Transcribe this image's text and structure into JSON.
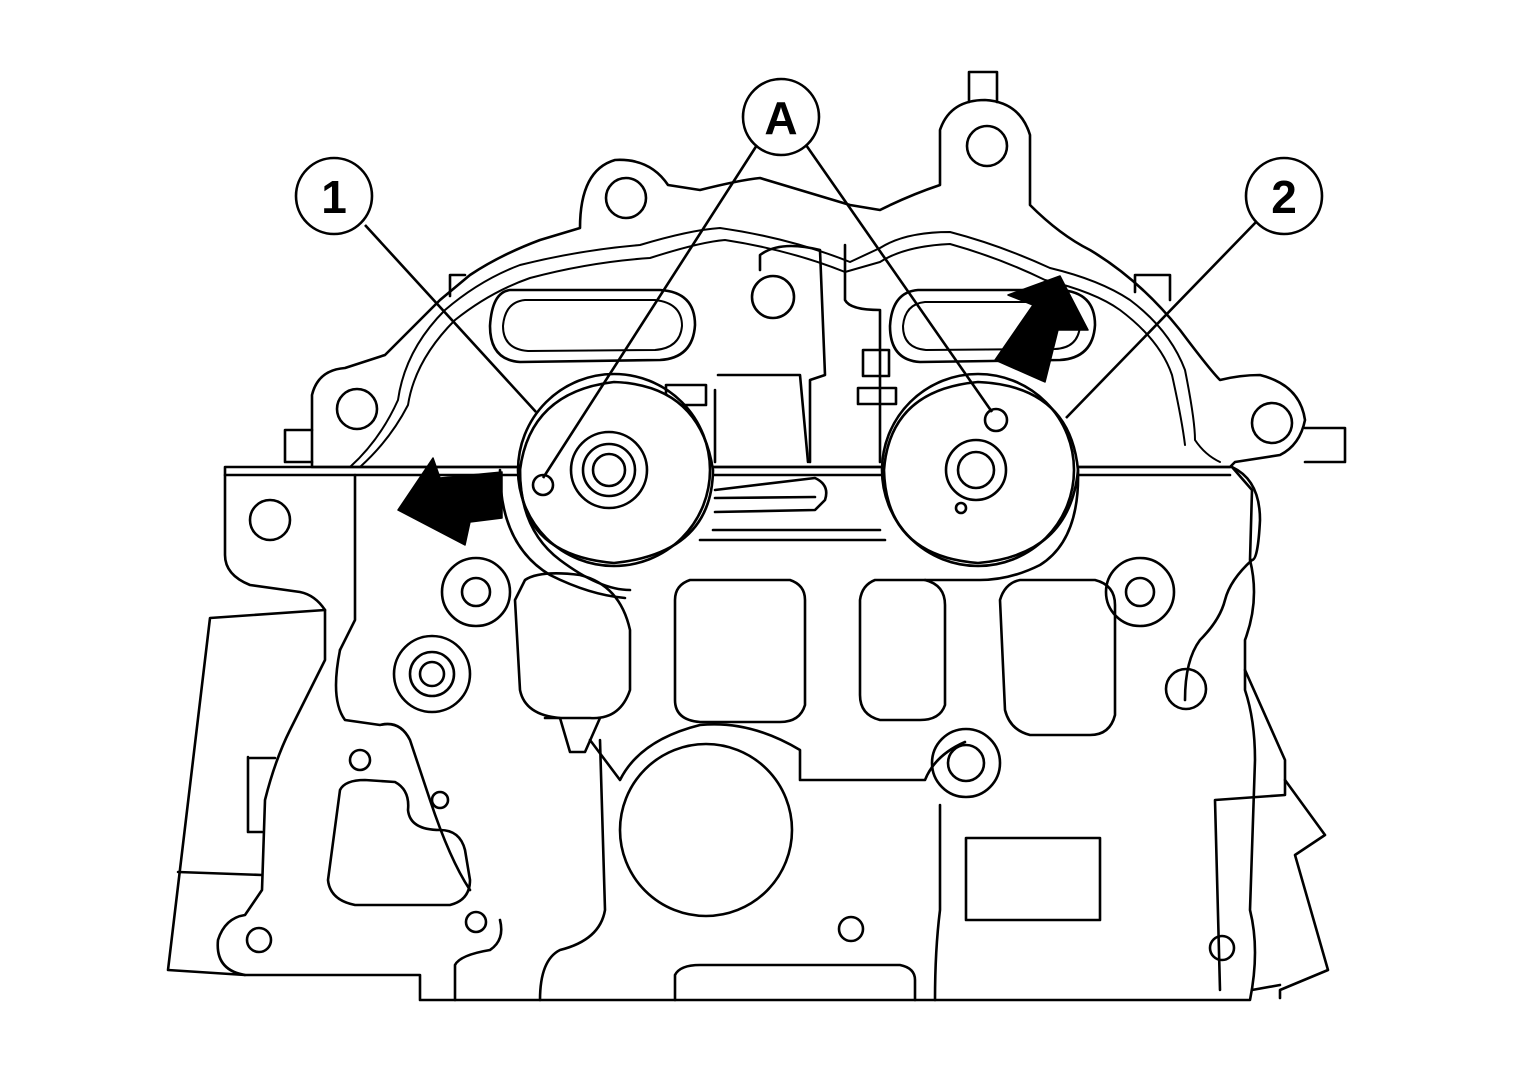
{
  "callouts": {
    "one": "1",
    "two": "2",
    "a": "A"
  },
  "colors": {
    "line": "#000000",
    "background": "#ffffff"
  }
}
